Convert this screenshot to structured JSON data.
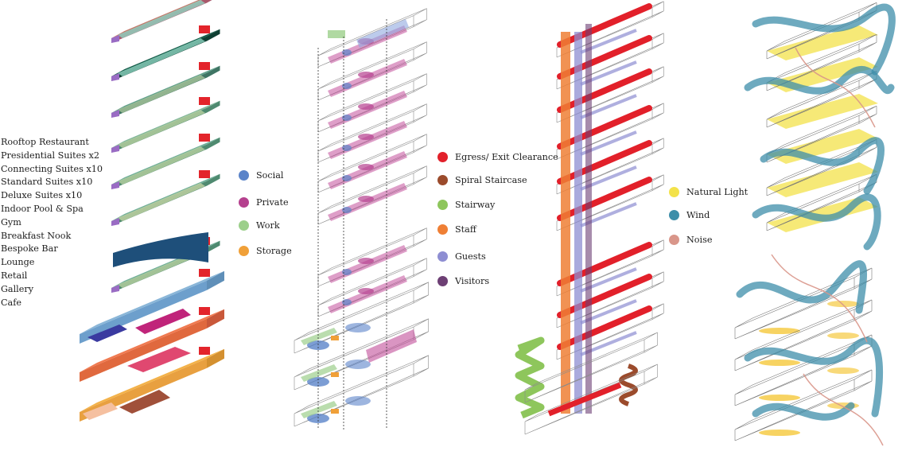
{
  "program_list": [
    "Rooftop Restaurant",
    "Presidential Suites x2",
    "Connecting Suites x10",
    "Standard Suites x10",
    "Deluxe Suites x10",
    "Indoor Pool & Spa",
    "Gym",
    "Breakfast Nook",
    "Bespoke Bar",
    "Lounge",
    "Retail",
    "Gallery",
    "Cafe"
  ],
  "legend_use": [
    {
      "label": "Social",
      "color": "#5b84c9"
    },
    {
      "label": "Private",
      "color": "#b5408e"
    },
    {
      "label": "Work",
      "color": "#9ccf8b"
    },
    {
      "label": "Storage",
      "color": "#f0a038"
    }
  ],
  "legend_circulation": [
    {
      "label": "Egress/ Exit Clearance",
      "color": "#e2202a"
    },
    {
      "label": "Spiral Staircase",
      "color": "#9b4b2c"
    },
    {
      "label": "Stairway",
      "color": "#8ec65c"
    },
    {
      "label": "Staff",
      "color": "#ef7f35"
    },
    {
      "label": "Guests",
      "color": "#8e8ed2"
    },
    {
      "label": "Visitors",
      "color": "#6d3f74"
    }
  ],
  "legend_environment": [
    {
      "label": "Natural Light",
      "color": "#f3e24a"
    },
    {
      "label": "Wind",
      "color": "#3d8ea9"
    },
    {
      "label": "Noise",
      "color": "#d9968a"
    }
  ]
}
